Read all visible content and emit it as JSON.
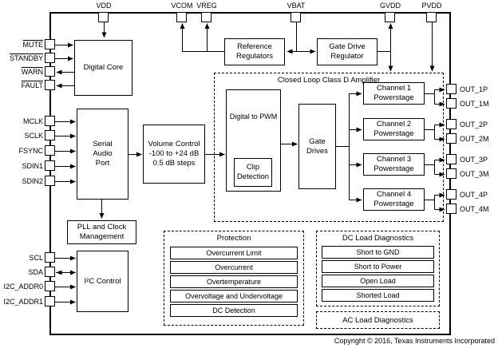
{
  "pins": {
    "top": [
      "VDD",
      "VCOM",
      "VREG",
      "VBAT",
      "GVDD",
      "PVDD"
    ],
    "left": [
      "MUTE",
      "STANDBY",
      "WARN",
      "FAULT",
      "MCLK",
      "SCLK",
      "FSYNC",
      "SDIN1",
      "SDIN2",
      "SCL",
      "SDA",
      "I2C_ADDR0",
      "I2C_ADDR1"
    ],
    "right": [
      "OUT_1P",
      "OUT_1M",
      "OUT_2P",
      "OUT_2M",
      "OUT_3P",
      "OUT_3M",
      "OUT_4P",
      "OUT_4M"
    ]
  },
  "blocks": {
    "digital_core": "Digital Core",
    "serial_audio_port": {
      "lines": [
        "Serial",
        "Audio",
        "Port"
      ]
    },
    "volume_control": {
      "lines": [
        "Volume Control",
        "-100 to +24 dB",
        "0.5 dB steps"
      ]
    },
    "reference_regulators": {
      "lines": [
        "Reference",
        "Regulators"
      ]
    },
    "gate_drive_regulator": {
      "lines": [
        "Gate Drive",
        "Regulator"
      ]
    },
    "class_d_amplifier_title": "Closed Loop Class D Amplifier",
    "digital_to_pwm": "Digital to PWM",
    "clip_detection": {
      "lines": [
        "Clip",
        "Detection"
      ]
    },
    "gate_drives": {
      "lines": [
        "Gate",
        "Drives"
      ]
    },
    "channels": [
      {
        "lines": [
          "Channel 1",
          "Powerstage"
        ]
      },
      {
        "lines": [
          "Channel 2",
          "Powerstage"
        ]
      },
      {
        "lines": [
          "Channel 3",
          "Powerstage"
        ]
      },
      {
        "lines": [
          "Channel 4",
          "Powerstage"
        ]
      }
    ],
    "pll_clock": {
      "lines": [
        "PLL and Clock",
        "Management"
      ]
    },
    "i2c_control": "I²C Control",
    "protection": {
      "title": "Protection",
      "items": [
        "Overcurrent Limit",
        "Overcurrent",
        "Overtemperature",
        "Overvoltage and Undervoltage",
        "DC Detection"
      ]
    },
    "dc_load_diagnostics": {
      "title": "DC Load Diagnostics",
      "items": [
        "Short to GND",
        "Short to Power",
        "Open Load",
        "Shorted Load"
      ]
    },
    "ac_load_diagnostics": "AC Load Diagnostics"
  },
  "footer": {
    "copyright": "Copyright © 2016, Texas Instruments Incorporated"
  }
}
